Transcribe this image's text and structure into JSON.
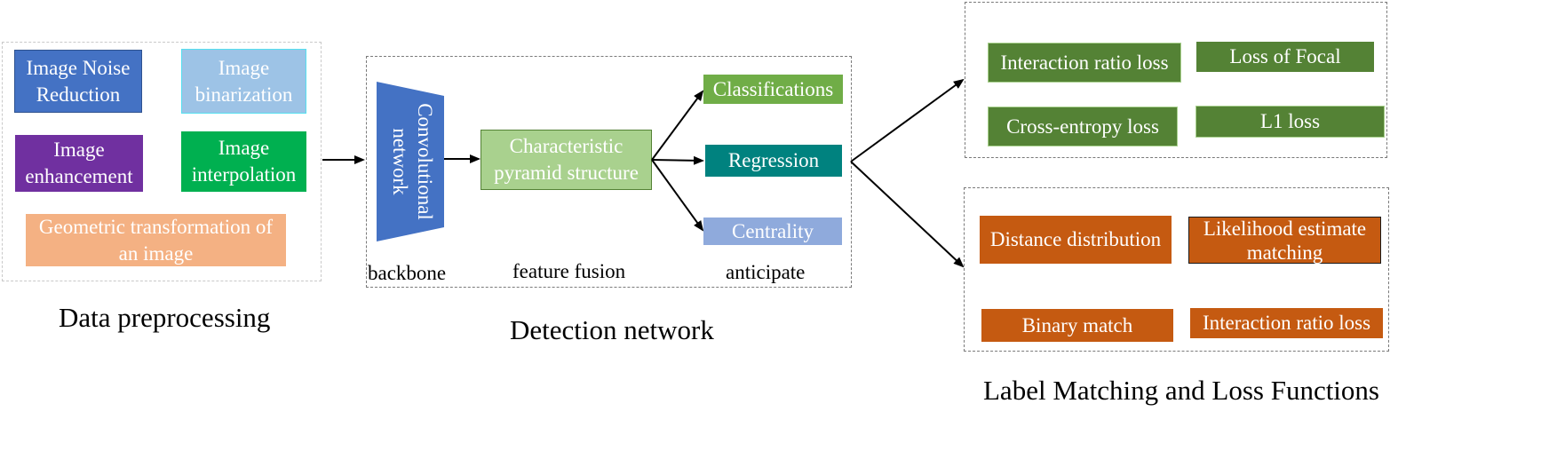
{
  "colors": {
    "blue": "#4472c4",
    "light_blue": "#9dc3e6",
    "purple": "#7030a0",
    "green": "#00b050",
    "peach": "#f4b183",
    "light_green": "#a9d18e",
    "mid_green": "#70ad47",
    "teal": "#00827f",
    "periwinkle": "#8faadc",
    "dark_green": "#548235",
    "orange": "#c55a11"
  },
  "preprocessing": {
    "caption": "Data preprocessing",
    "items": [
      {
        "label": "Image Noise Reduction",
        "line1": "Image Noise",
        "line2": "Reduction"
      },
      {
        "label": "Image binarization",
        "line1": "Image",
        "line2": "binarization"
      },
      {
        "label": "Image enhancement",
        "line1": "Image",
        "line2": "enhancement"
      },
      {
        "label": "Image interpolation",
        "line1": "Image",
        "line2": "interpolation"
      },
      {
        "label": "Geometric transformation of an image",
        "line1": "Geometric transformation of",
        "line2": "an image"
      }
    ]
  },
  "detection": {
    "caption": "Detection network",
    "backbone": {
      "line1": "Convolutional",
      "line2": "network",
      "label": "backbone"
    },
    "fusion": {
      "line1": "Characteristic",
      "line2": "pyramid structure",
      "label": "feature fusion"
    },
    "anticipate": {
      "label": "anticipate",
      "items": [
        "Classifications",
        "Regression",
        "Centrality"
      ]
    }
  },
  "loss": {
    "caption": "Label Matching and Loss Functions",
    "losses": [
      "Interaction ratio loss",
      "Loss of Focal",
      "Cross-entropy loss",
      "L1 loss"
    ],
    "matching": [
      {
        "label": "Distance distribution",
        "line1": "Distance distribution",
        "line2": ""
      },
      {
        "label": "Likelihood estimate matching",
        "line1": "Likelihood estimate",
        "line2": "matching"
      },
      {
        "label": "Binary match",
        "line1": "Binary match",
        "line2": ""
      },
      {
        "label": "Interaction ratio loss",
        "line1": "Interaction ratio loss",
        "line2": ""
      }
    ]
  }
}
